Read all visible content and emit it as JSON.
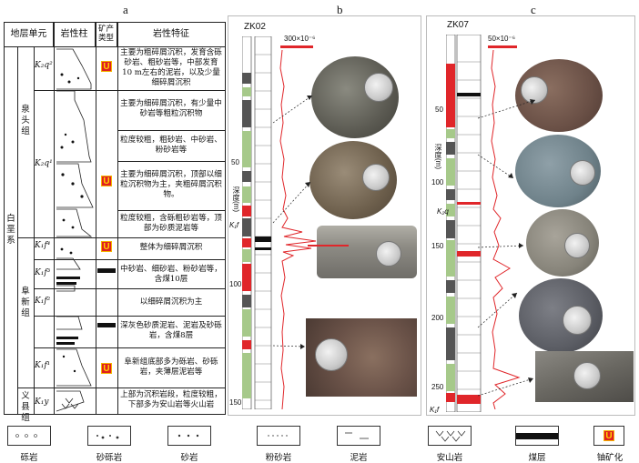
{
  "panels": {
    "a": "a",
    "b": "b",
    "c": "c"
  },
  "table": {
    "headers": [
      "地层单元",
      "岩性柱",
      "矿产类型",
      "岩性特征"
    ],
    "system": "白垩系",
    "groups": [
      "泉头组",
      "阜新组",
      "义县组"
    ],
    "formations": [
      "K₂q²",
      "K₂q¹",
      "K₁f⁴",
      "K₁f³",
      "K₁f²",
      "K₁f¹",
      "K₁y"
    ],
    "rows": [
      "主要为粗碎屑沉积，发育含砾砂岩、粗砂岩等，中部发育10 m左右的泥岩，以及少量细碎屑沉积",
      "主要为细碎屑沉积，有少量中砂岩等粗粒沉积物",
      "粒度较粗，粗砂岩、中砂岩、粉砂岩等",
      "主要为细碎屑沉积，顶部以细粒沉积物为主，夹粗碎屑沉积物。",
      "粒度较粗，含砾粗砂岩等，顶部为砂质泥岩等",
      "整体为细碎屑沉积",
      "中砂岩、细砂岩、粉砂岩等，含煤10层",
      "以细碎屑沉积为主",
      "深灰色砂质泥岩、泥岩及砂砾岩，含煤8层",
      "阜新组底部多为砾岩、砂砾岩，夹薄层泥岩等",
      "上部为沉积岩段，粒度较粗，下部多为安山岩等火山岩"
    ]
  },
  "coreB": {
    "title": "ZK02",
    "scale": "300×10⁻⁶",
    "axis": "深度(m)",
    "ticks": [
      "50",
      "100",
      "150"
    ],
    "marker": "K₁f"
  },
  "coreC": {
    "title": "ZK07",
    "scale": "50×10⁻⁶",
    "axis": "深度(m)",
    "ticks": [
      "50",
      "100",
      "150",
      "200",
      "250"
    ],
    "markers": [
      "K₂q",
      "K₁f"
    ]
  },
  "legend": [
    "砾岩",
    "砂砾岩",
    "砂岩",
    "粉砂岩",
    "泥岩",
    "安山岩",
    "煤层",
    "铀矿化"
  ],
  "icon": "U",
  "colors": {
    "red": "#e0262a",
    "green": "#a6c98a",
    "dark": "#555555",
    "coal": "#111111"
  }
}
